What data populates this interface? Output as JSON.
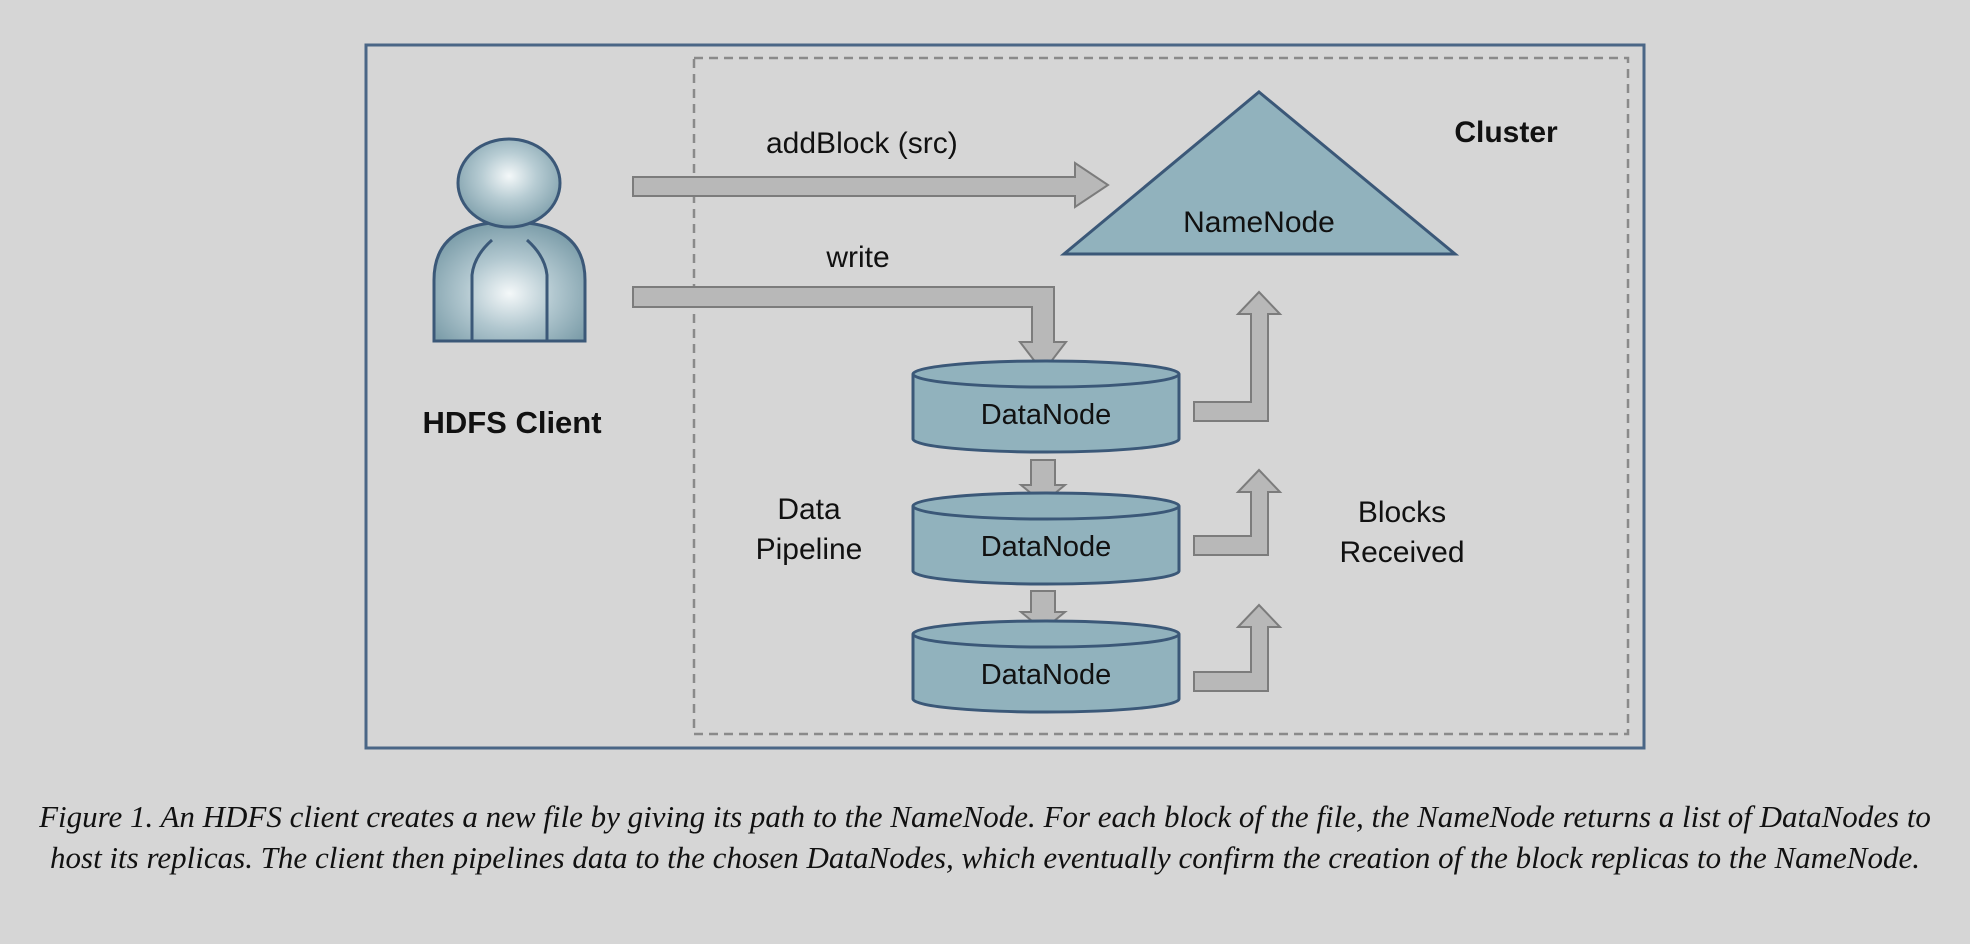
{
  "labels": {
    "cluster": "Cluster",
    "hdfs_client": "HDFS Client",
    "add_block": "addBlock (src)",
    "write": "write",
    "namenode": "NameNode",
    "datanode": "DataNode",
    "data_pipeline_line1": "Data",
    "data_pipeline_line2": "Pipeline",
    "blocks_received_line1": "Blocks",
    "blocks_received_line2": "Received"
  },
  "caption": "Figure 1. An HDFS client creates a new file by giving its path to the NameNode. For each block of the file, the NameNode returns a list of DataNodes to host its replicas. The client then pipelines data to the chosen DataNodes, which eventually confirm the creation of the block replicas to the NameNode.",
  "colors": {
    "background": "#d6d6d6",
    "frame": "#4a6686",
    "cluster_border": "#8a8a8a",
    "node_fill": "#91b2bd",
    "node_stroke": "#3b5878",
    "arrow_fill": "#b8b8b8",
    "arrow_stroke": "#7c7c7c"
  },
  "icons": {
    "client": "person-icon"
  }
}
